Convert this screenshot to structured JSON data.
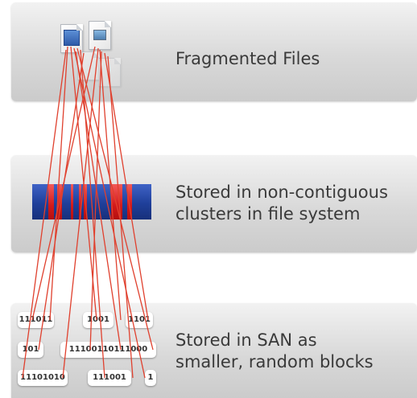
{
  "panels": {
    "top": {
      "label": "Fragmented Files"
    },
    "middle": {
      "label": "Stored in non-contiguous\nclusters in file system"
    },
    "bottom": {
      "label": "Stored in SAN as\nsmaller, random blocks"
    }
  },
  "icons": {
    "document": "document-file-icon",
    "image": "image-file-icon"
  },
  "blocks": {
    "row1": [
      "111011",
      "1001",
      "1101"
    ],
    "row2": [
      "101",
      "11100110111000"
    ],
    "row3": [
      "11101010",
      "111001",
      "1"
    ]
  },
  "colors": {
    "link_lines": "#e0402e",
    "cluster_blue": "#1f3f9a",
    "fragment_red": "#d31a1a"
  }
}
